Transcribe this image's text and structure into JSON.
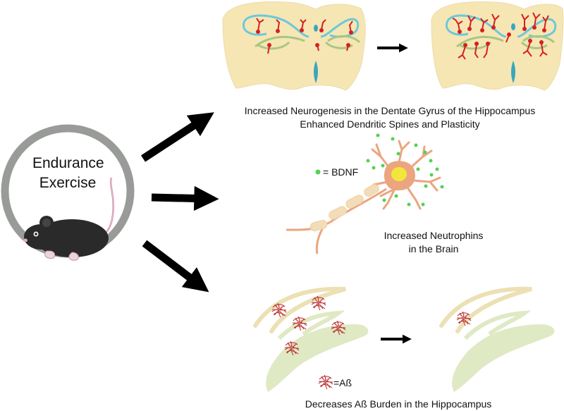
{
  "center": {
    "line1": "Endurance",
    "line2": "Exercise"
  },
  "top": {
    "caption_line1": "Increased Neurogenesis in the Dentate Gyrus of the Hippocampus",
    "caption_line2": "Enhanced Dendritic Spines and Plasticity"
  },
  "middle": {
    "legend": "= BDNF",
    "caption_line1": "Increased Neutrophins",
    "caption_line2": "in the Brain"
  },
  "bottom": {
    "legend": "=Aß",
    "caption": "Decreases Aß Burden in the Hippocampus"
  },
  "colors": {
    "brain": "#f6e6b4",
    "ventricle": "#6cc8dc",
    "dentate": "#a8c686",
    "neuron_red": "#d42020",
    "neuron_body": "#eba57f",
    "nucleus": "#f3e63b",
    "bdnf_dot": "#55d155",
    "ring": "#999b98",
    "hippo_fill": "#dfe9c4",
    "hippo_outline": "#ece0b4",
    "plaque": "#b52828"
  }
}
